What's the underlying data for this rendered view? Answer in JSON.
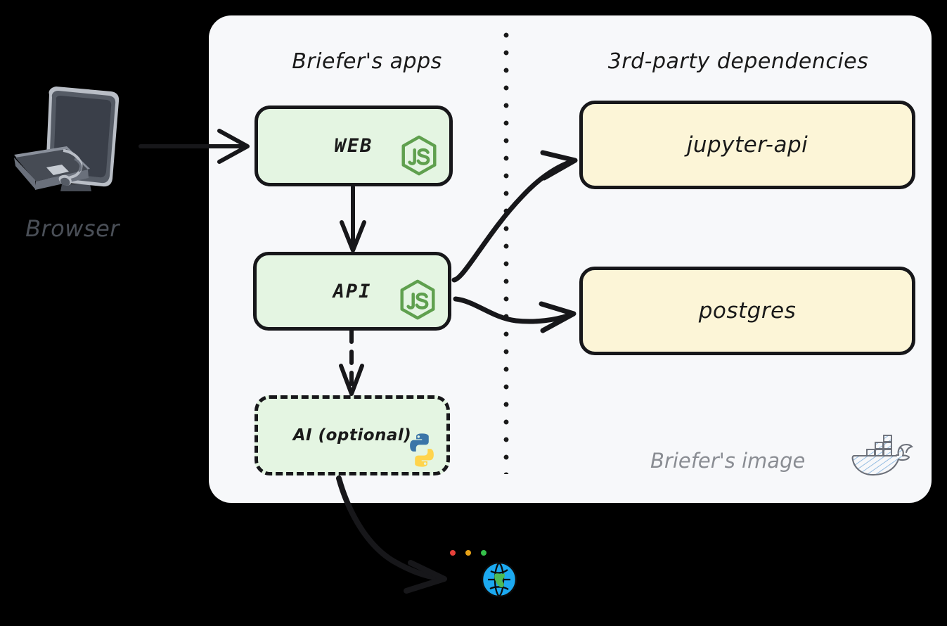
{
  "diagram": {
    "background_color": "#000000",
    "panel": {
      "name": "Briefer's image",
      "fill_color": "#F7F8FA",
      "caption": "Briefer's image",
      "caption_color": "#8A8D93",
      "docker_icon": "docker-whale-icon"
    },
    "sections": [
      {
        "id": "apps",
        "title": "Briefer's apps"
      },
      {
        "id": "deps",
        "title": "3rd-party dependencies"
      }
    ],
    "divider": {
      "style": "dotted",
      "color": "#1A1A1A"
    },
    "external": {
      "client": {
        "label": "Browser",
        "icon": "desktop-computer-icon",
        "label_color": "#4A4F57"
      },
      "internet": {
        "icon": "globe-icon",
        "window_dots": [
          "#E8413A",
          "#E8A317",
          "#35C04A"
        ]
      }
    },
    "nodes": [
      {
        "id": "web",
        "label": "WEB",
        "section": "apps",
        "style": "solid",
        "fill": "#E4F5E2",
        "border": "#17171A",
        "badge": "nodejs-icon"
      },
      {
        "id": "api",
        "label": "API",
        "section": "apps",
        "style": "solid",
        "fill": "#E4F5E2",
        "border": "#17171A",
        "badge": "nodejs-icon"
      },
      {
        "id": "ai",
        "label": "AI (optional)",
        "section": "apps",
        "style": "dashed",
        "fill": "#E4F5E2",
        "border": "#17171A",
        "badge": "python-icon"
      },
      {
        "id": "jupyter",
        "label": "jupyter-api",
        "section": "deps",
        "style": "solid",
        "fill": "#FCF5D7",
        "border": "#17171A",
        "badge": null
      },
      {
        "id": "postgres",
        "label": "postgres",
        "section": "deps",
        "style": "solid",
        "fill": "#FCF5D7",
        "border": "#17171A",
        "badge": null
      }
    ],
    "edges": [
      {
        "id": "browser-web",
        "from": "Browser",
        "to": "WEB",
        "style": "solid",
        "shape": "straight"
      },
      {
        "id": "web-api",
        "from": "WEB",
        "to": "API",
        "style": "solid",
        "shape": "straight"
      },
      {
        "id": "api-ai",
        "from": "API",
        "to": "AI (optional)",
        "style": "dashed",
        "shape": "straight"
      },
      {
        "id": "api-jupyter",
        "from": "API",
        "to": "jupyter-api",
        "style": "solid",
        "shape": "curved"
      },
      {
        "id": "api-postgres",
        "from": "API",
        "to": "postgres",
        "style": "solid",
        "shape": "curved"
      },
      {
        "id": "ai-internet",
        "from": "AI (optional)",
        "to": "internet",
        "style": "solid",
        "shape": "curved"
      }
    ],
    "colors": {
      "green_fill": "#E4F5E2",
      "yellow_fill": "#FCF5D7",
      "ink": "#17171A",
      "nodejs_green": "#5FA04E",
      "python_blue": "#3B75A8",
      "python_yellow": "#FFD44C",
      "docker_blue": "#8FB9E0"
    }
  }
}
